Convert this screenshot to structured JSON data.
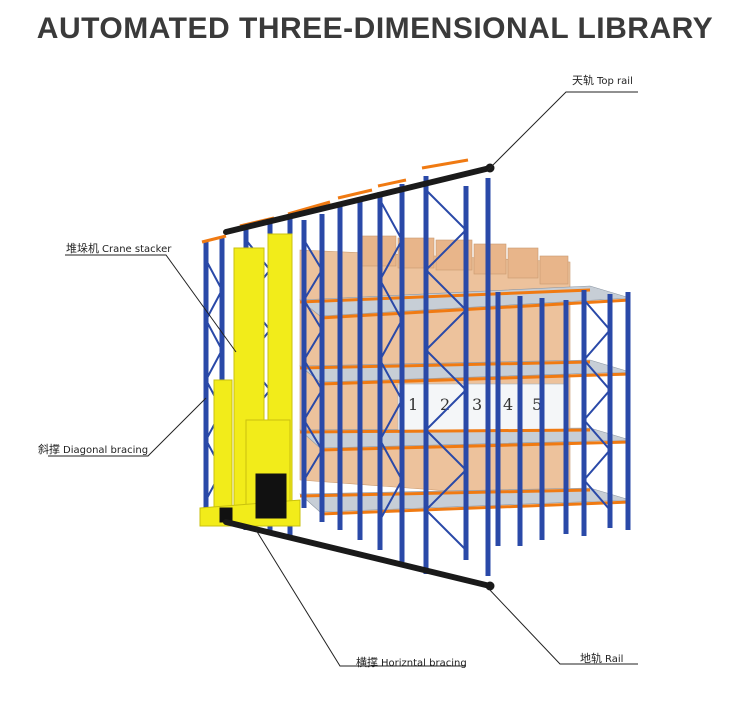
{
  "title": "AUTOMATED THREE-DIMENSIONAL LIBRARY",
  "labels": {
    "top_rail": {
      "cn": "天轨",
      "en": "Top rail"
    },
    "crane_stacker": {
      "cn": "堆垛机",
      "en": "Crane stacker"
    },
    "diagonal_bracing": {
      "cn": "斜撑",
      "en": "Diagonal bracing"
    },
    "horizontal_bracing": {
      "cn": "横撑",
      "en": "Horizntal bracing"
    },
    "rail": {
      "cn": "地轨",
      "en": "Rail"
    }
  },
  "bay_numbers": [
    "1",
    "2",
    "3",
    "4",
    "5"
  ],
  "colors": {
    "upright": "#2a49a8",
    "beam": "#f07a12",
    "box": "#e8b58a",
    "crane": "#f2ec1a",
    "rail": "#1a1a1a",
    "roller": "#b9c2cc"
  }
}
